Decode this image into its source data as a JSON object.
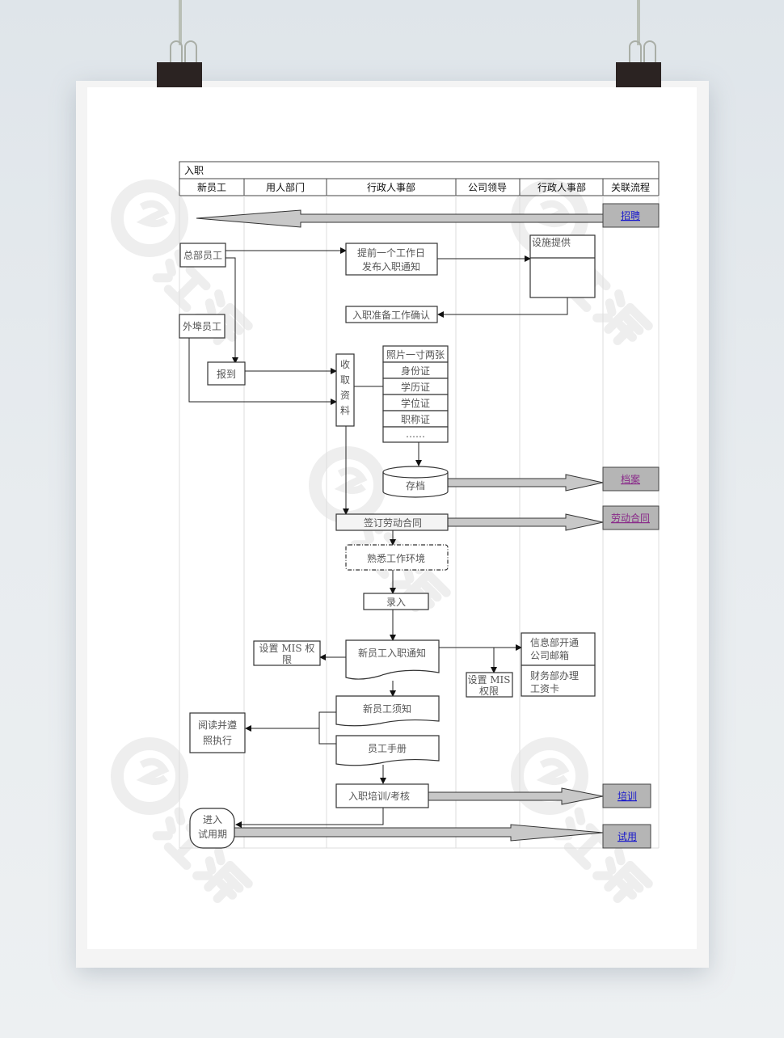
{
  "diagram": {
    "title": "入职",
    "lanes": [
      "新员工",
      "用人部门",
      "行政人事部",
      "公司领导",
      "行政人事部",
      "关联流程"
    ],
    "related_links": {
      "recruit": "招聘",
      "archive": "档案",
      "contract": "劳动合同",
      "training": "培训",
      "probation": "试用"
    },
    "nodes": {
      "hq_staff": "总部员工",
      "remote_staff": "外埠员工",
      "notice_line1": "提前一个工作日",
      "notice_line2": "发布入职通知",
      "facility": "设施提供",
      "prep_confirm": "入职准备工作确认",
      "report": "报到",
      "collect": [
        "收",
        "取",
        "资",
        "料"
      ],
      "documents": [
        "照片一寸两张",
        "身份证",
        "学历证",
        "学位证",
        "职称证",
        "……"
      ],
      "archive_store": "存档",
      "sign_contract": "签订劳动合同",
      "familiarize": "熟悉工作环境",
      "entry": "录入",
      "new_staff_notice": "新员工入职通知",
      "mis_left_line1": "设置 MIS 权",
      "mis_left_line2": "限",
      "mis_mid_line1": "设置 MIS",
      "mis_mid_line2": "权限",
      "it_mail_line1": "信息部开通",
      "it_mail_line2": "公司邮箱",
      "finance_line1": "财务部办理",
      "finance_line2": "工资卡",
      "read_line1": "阅读并遵",
      "read_line2": "照执行",
      "staff_guide": "新员工须知",
      "staff_handbook": "员工手册",
      "training_exam": "入职培训/考核",
      "probation_line1": "进入",
      "probation_line2": "试用期"
    },
    "watermark": "江源"
  },
  "colors": {
    "link": "#1a1acc",
    "visited_link": "#8a2b8a",
    "arrow_fill": "#c8c8c8",
    "related_box": "#b5b5b5"
  }
}
